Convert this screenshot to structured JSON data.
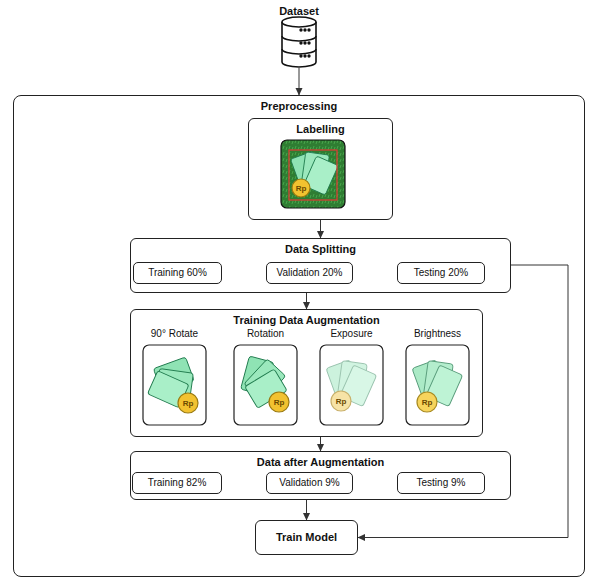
{
  "diagram": {
    "nodes": [
      {
        "text": [
          "Dataset"
        ]
      },
      {
        "text": [
          "Preprocessing"
        ]
      },
      {
        "text": [
          "Labelling"
        ],
        "in": 1
      },
      {
        "text": [
          "Data Splitting"
        ],
        "in": 1
      },
      {
        "text": [
          "Training 60%"
        ],
        "in": 3
      },
      {
        "text": [
          "Validation 20%"
        ],
        "in": 3
      },
      {
        "text": [
          "Testing 20%"
        ],
        "in": 3
      },
      {
        "text": [
          "Training Data Augmentation"
        ],
        "in": 1
      },
      {
        "text": [
          "90° Rotate"
        ],
        "in": 7
      },
      {
        "text": [
          "Rotation"
        ],
        "in": 7
      },
      {
        "text": [
          "Exposure"
        ],
        "in": 7
      },
      {
        "text": [
          "Brightness"
        ],
        "in": 7
      },
      {
        "text": [
          "Data after Augmentation"
        ],
        "in": 1
      },
      {
        "text": [
          "Training 82%"
        ],
        "in": 12
      },
      {
        "text": [
          "Validation 9%"
        ],
        "in": 12
      },
      {
        "text": [
          "Testing 9%"
        ],
        "in": 12
      },
      {
        "text": [
          "Train Model"
        ],
        "in": 1
      }
    ],
    "edges": [
      {
        "from": 0,
        "to": 1,
        "arrow": "to"
      },
      {
        "from": 2,
        "to": 3,
        "arrow": "to"
      },
      {
        "from": 3,
        "to": 7,
        "arrow": "to"
      },
      {
        "from": 7,
        "to": 12,
        "arrow": "to"
      },
      {
        "from": 12,
        "to": 16,
        "arrow": "to"
      },
      {
        "from": 3,
        "to": 16,
        "arrow": "to"
      }
    ],
    "labels": [
      "Rp",
      "Rp",
      "Rp",
      "Rp",
      "Rp"
    ]
  }
}
